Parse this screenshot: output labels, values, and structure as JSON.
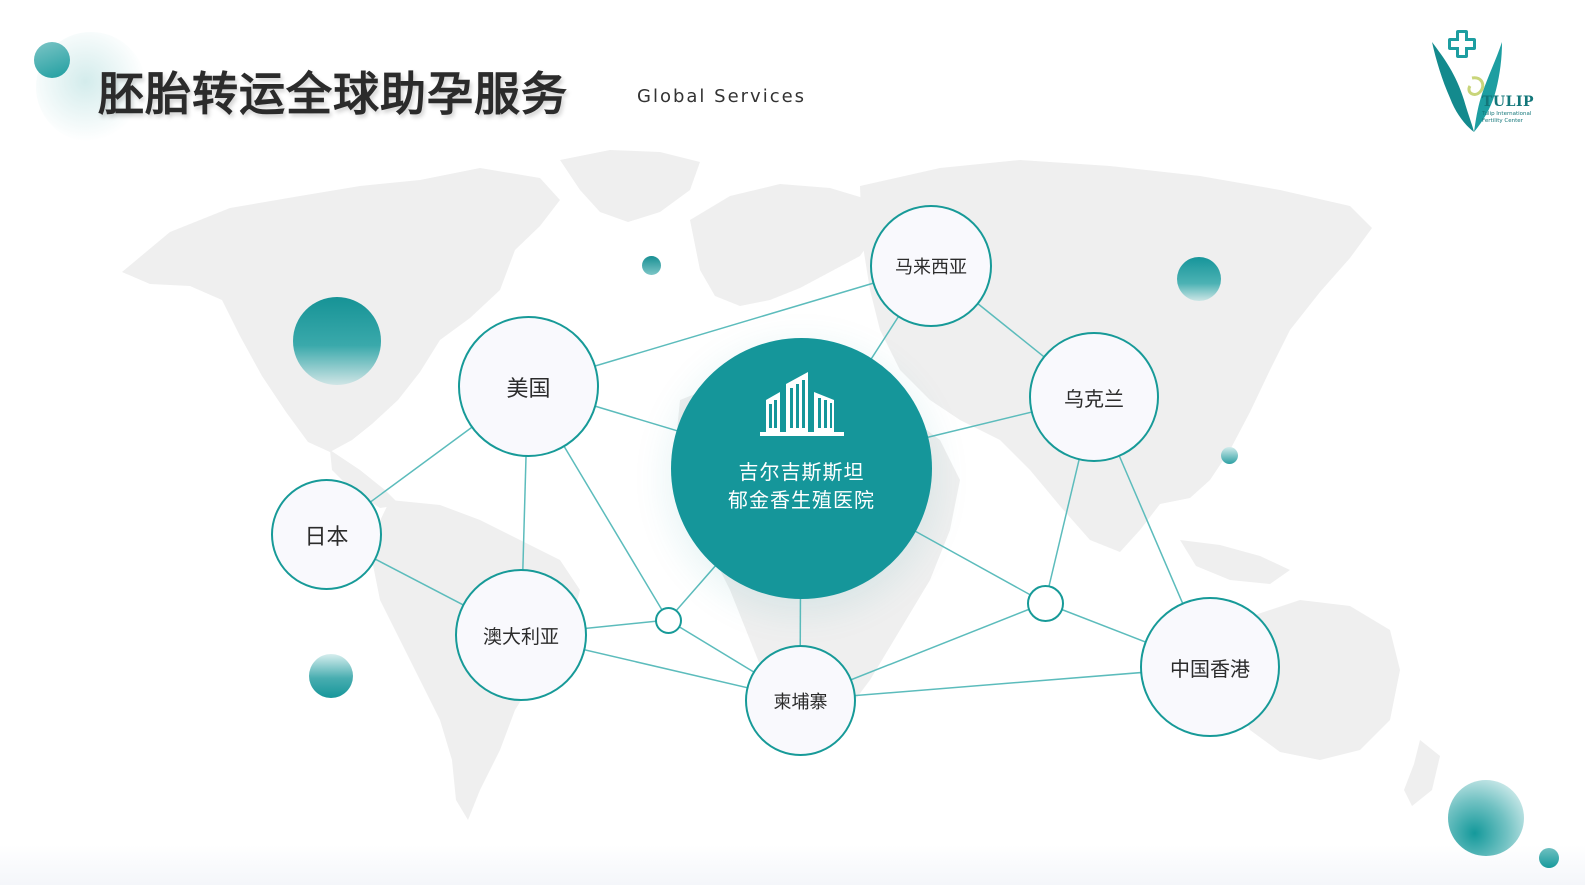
{
  "header": {
    "title": "胚胎转运全球助孕服务",
    "subtitle": "Global Services"
  },
  "logo": {
    "name": "TULIP",
    "subtitle_line1": "Tulip International",
    "subtitle_line2": "Fertility Center",
    "icon": "tulip-cross-icon"
  },
  "center": {
    "line1": "吉尔吉斯斯坦",
    "line2": "郁金香生殖医院",
    "icon": "building-icon"
  },
  "nodes": {
    "malaysia": "马来西亚",
    "usa": "美国",
    "ukraine": "乌克兰",
    "japan": "日本",
    "australia": "澳大利亚",
    "cambodia": "柬埔寨",
    "hongkong": "中国香港"
  },
  "colors": {
    "teal": "#15969a",
    "line": "#5cbcbc",
    "map": "#eeeeee",
    "text": "#2c2c2c"
  }
}
